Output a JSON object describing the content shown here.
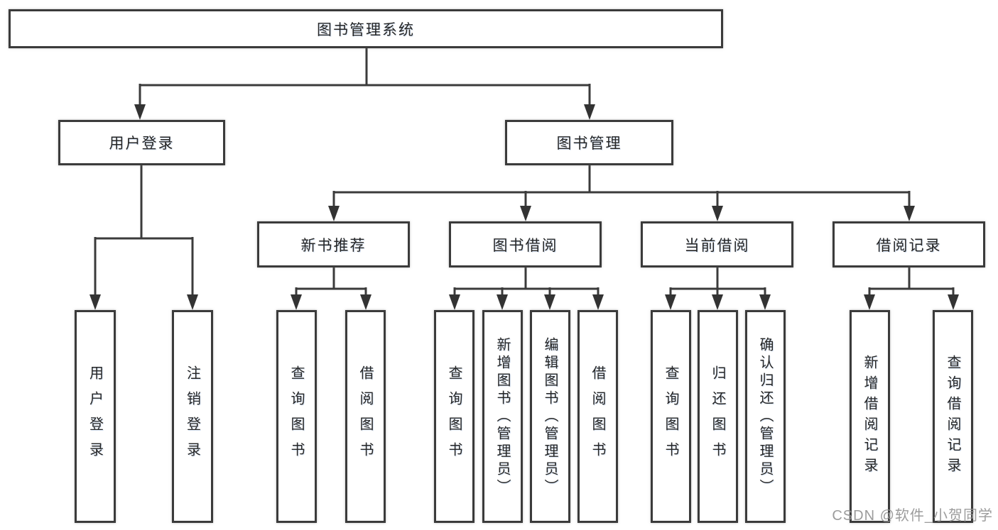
{
  "diagram_title": "图书管理系统",
  "tree": {
    "root": {
      "label": "图书管理系统"
    },
    "branches": [
      {
        "label": "用户登录",
        "children": [
          {
            "label": "用户登录"
          },
          {
            "label": "注销登录"
          }
        ]
      },
      {
        "label": "图书管理",
        "children": [
          {
            "label": "新书推荐",
            "children": [
              {
                "label": "查询图书"
              },
              {
                "label": "借阅图书"
              }
            ]
          },
          {
            "label": "图书借阅",
            "children": [
              {
                "label": "查询图书"
              },
              {
                "label": "新增图书（管理员）"
              },
              {
                "label": "编辑图书（管理员）"
              },
              {
                "label": "借阅图书"
              }
            ]
          },
          {
            "label": "当前借阅",
            "children": [
              {
                "label": "查询图书"
              },
              {
                "label": "归还图书"
              },
              {
                "label": "确认归还（管理员）"
              }
            ]
          },
          {
            "label": "借阅记录",
            "children": [
              {
                "label": "新增借阅记录"
              },
              {
                "label": "查询借阅记录"
              }
            ]
          }
        ]
      }
    ]
  },
  "watermark": "CSDN @软件_小贺同学",
  "colors": {
    "line": "#3b3b3b",
    "text": "#262626",
    "background": "#ffffff",
    "watermark": "#949494"
  }
}
